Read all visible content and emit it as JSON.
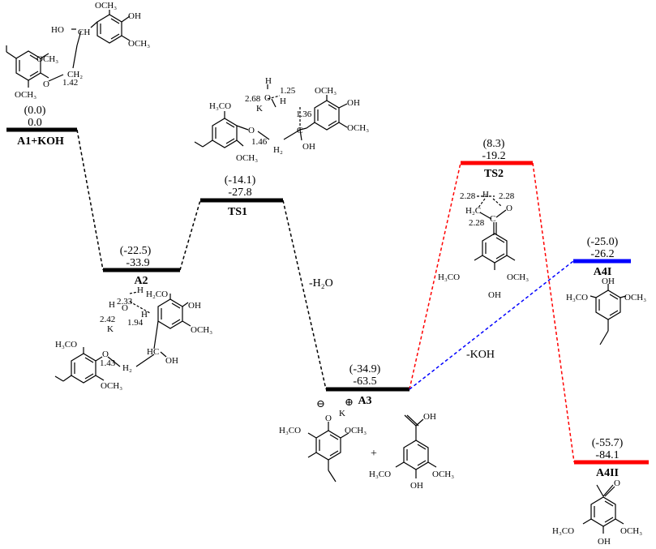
{
  "levels": [
    {
      "id": "A1",
      "label": "A1+KOH",
      "paren": "(0.0)",
      "value": "0.0"
    },
    {
      "id": "A2",
      "label": "A2",
      "paren": "(-22.5)",
      "value": "-33.9"
    },
    {
      "id": "TS1",
      "label": "TS1",
      "paren": "(-14.1)",
      "value": "-27.8"
    },
    {
      "id": "A3",
      "label": "A3",
      "paren": "(-34.9)",
      "value": "-63.5"
    },
    {
      "id": "TS2",
      "label": "TS2",
      "paren": "(8.3)",
      "value": "-19.2"
    },
    {
      "id": "A4I",
      "label": "A4I",
      "paren": "(-25.0)",
      "value": "-26.2"
    },
    {
      "id": "A4II",
      "label": "A4II",
      "paren": "(-55.7)",
      "value": "-84.1"
    }
  ],
  "annotations": {
    "water_loss": "-H₂O",
    "koh_loss": "-KOH",
    "plus": "+"
  },
  "distances": {
    "a1_142": "1.42",
    "ts1_268": "2.68",
    "ts1_125": "1.25",
    "ts1_136": "1.36",
    "ts1_146": "1.46",
    "a2_233": "2.33",
    "a2_242": "2.42",
    "a2_194": "1.94",
    "a2_143": "1.43",
    "ts2_228a": "2.28",
    "ts2_228b": "2.28",
    "ts2_228c": "2.28"
  },
  "chem": {
    "och3": "OCH₃",
    "h3co": "H₃CO",
    "h2co": "H₂CO",
    "oh": "OH",
    "ho": "HO",
    "ch": "CH",
    "ch2": "CH₂",
    "hc": "HC",
    "h2": "H₂",
    "h2c": "H₂C",
    "c": "C",
    "o": "O",
    "h": "H",
    "k": "K",
    "hydroxyl_h": "H",
    "minus": "⊖",
    "plus_charge": "⊕"
  },
  "colors": {
    "main": "#000000",
    "ts2_path": "#ff0000",
    "a4i_path": "#0000ff",
    "h_red": "#c03050",
    "h_green": "#2e8b2e"
  }
}
